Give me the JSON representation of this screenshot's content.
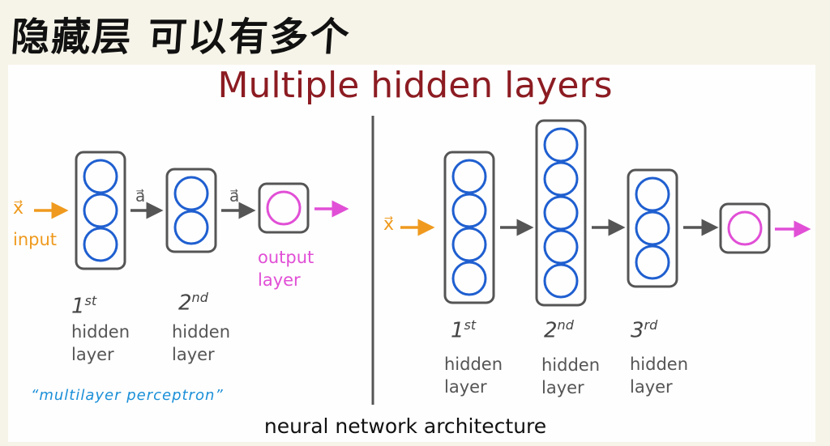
{
  "annotation": {
    "handwritten_note": "隐藏层 可以有多个"
  },
  "slide": {
    "title": "Multiple hidden layers",
    "caption": "neural network architecture",
    "colors": {
      "title": "#8c1c22",
      "input": "#ef9a1e",
      "output": "#e14fd6",
      "neuron": "#1f5fd0",
      "box": "#555555",
      "arrow": "#555555",
      "mlp_note": "#1a8fd8"
    }
  },
  "left_network": {
    "input_symbol": "x⃗",
    "input_label": "input",
    "activation_symbol": "a⃗",
    "hidden_layers": [
      {
        "ordinal": "1",
        "suffix": "st",
        "line1": "hidden",
        "line2": "layer",
        "neurons": 3
      },
      {
        "ordinal": "2",
        "suffix": "nd",
        "line1": "hidden",
        "line2": "layer",
        "neurons": 2
      }
    ],
    "output_layer": {
      "line1": "output",
      "line2": "layer",
      "neurons": 1
    },
    "note": "“multilayer perceptron”"
  },
  "right_network": {
    "input_symbol": "x⃗",
    "hidden_layers": [
      {
        "ordinal": "1",
        "suffix": "st",
        "line1": "hidden",
        "line2": "layer",
        "neurons": 4
      },
      {
        "ordinal": "2",
        "suffix": "nd",
        "line1": "hidden",
        "line2": "layer",
        "neurons": 5
      },
      {
        "ordinal": "3",
        "suffix": "rd",
        "line1": "hidden",
        "line2": "layer",
        "neurons": 3
      }
    ],
    "output_layer": {
      "neurons": 1
    }
  }
}
